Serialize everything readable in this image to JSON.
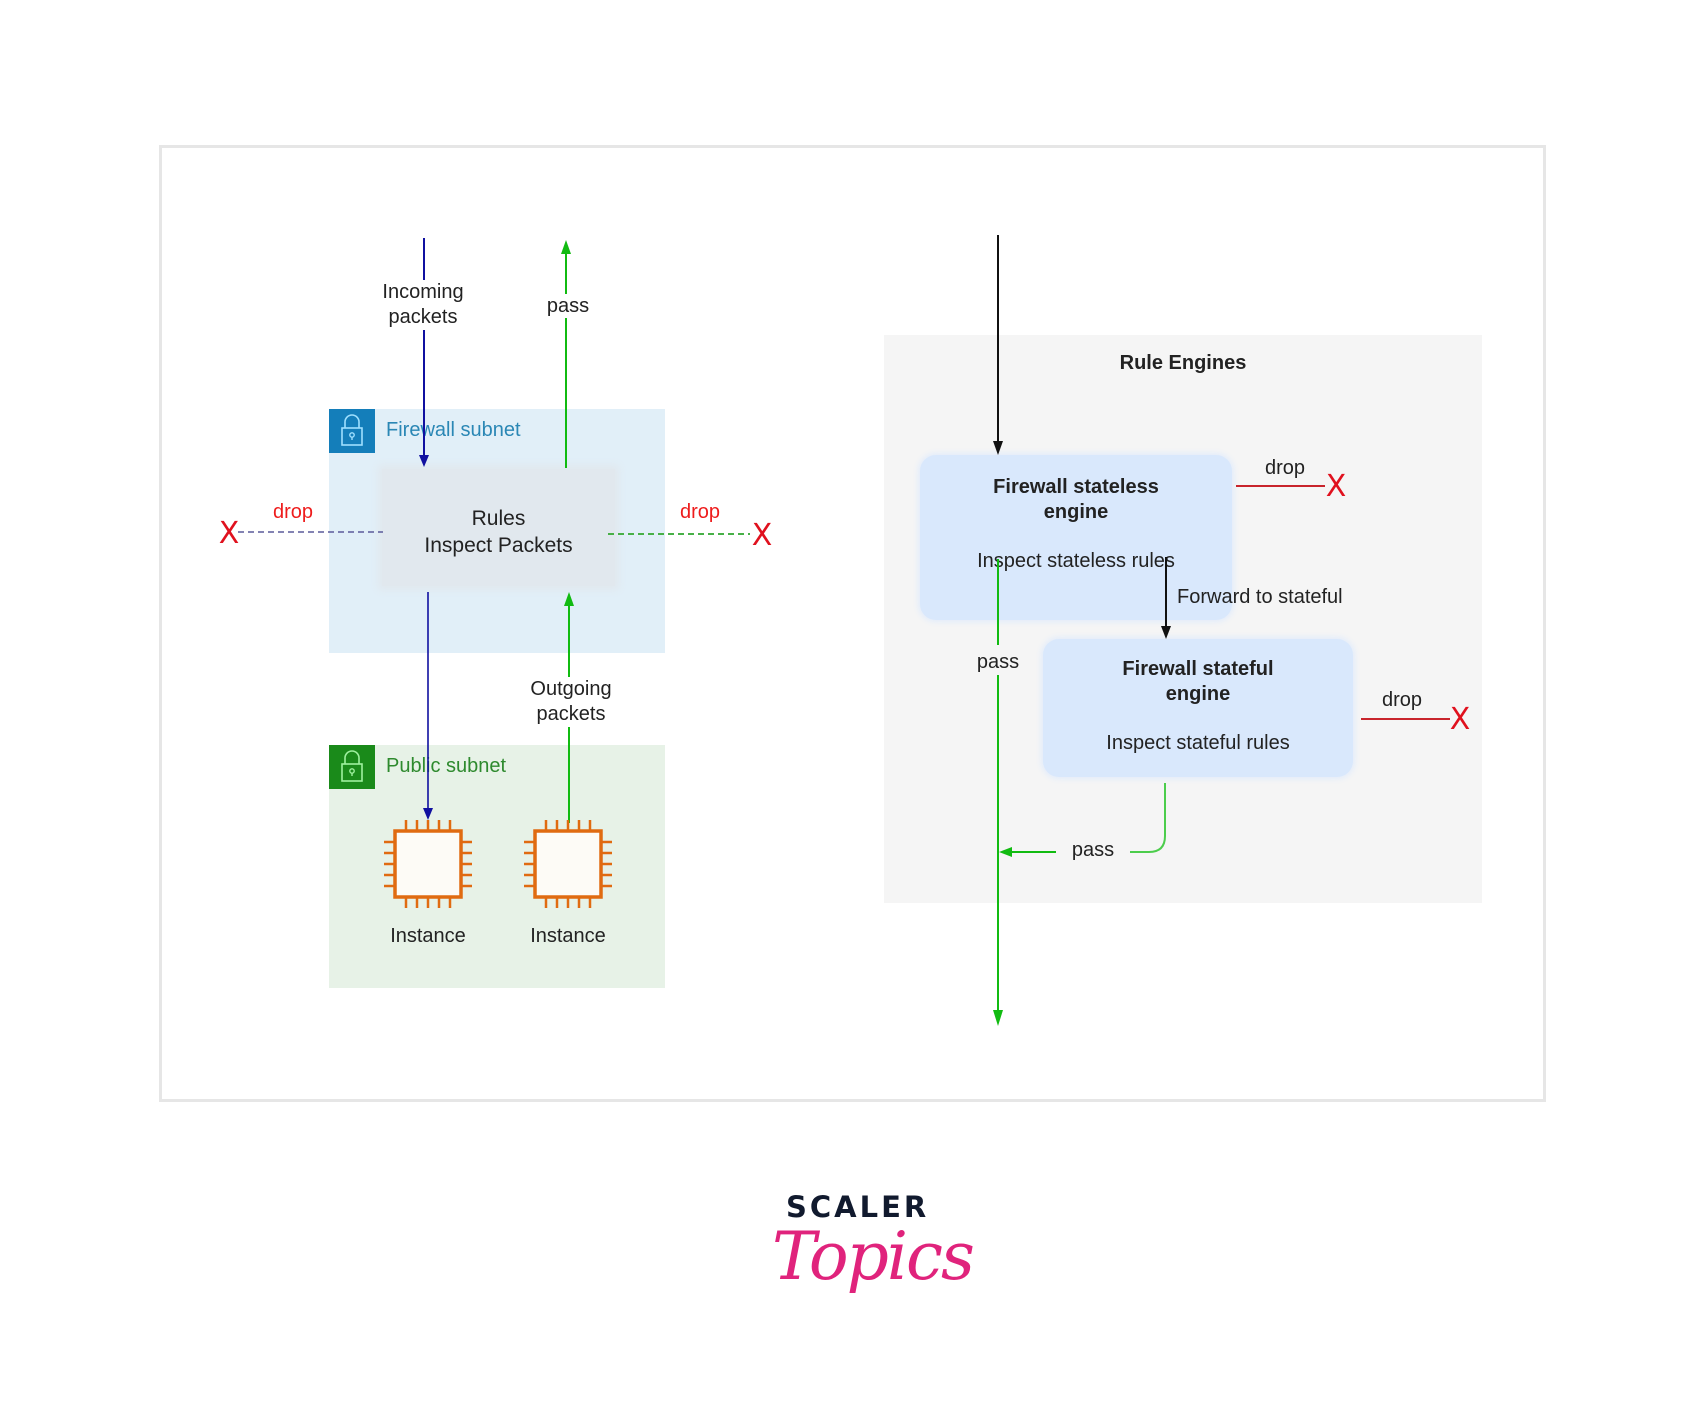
{
  "left_diagram": {
    "incoming_label": [
      "Incoming",
      "packets"
    ],
    "pass_label": "pass",
    "firewall_subnet": {
      "title": "Firewall subnet",
      "icon": "lock-icon",
      "color": "#147eba"
    },
    "rules_box": {
      "line1": "Rules",
      "line2": "Inspect Packets"
    },
    "drop_left": "drop",
    "drop_right": "drop",
    "drop_mark": "X",
    "outgoing_label": [
      "Outgoing",
      "packets"
    ],
    "public_subnet": {
      "title": "Public subnet",
      "icon": "lock-icon",
      "color": "#1a8a1a"
    },
    "instances": [
      {
        "label": "Instance",
        "icon": "chip-icon"
      },
      {
        "label": "Instance",
        "icon": "chip-icon"
      }
    ]
  },
  "right_diagram": {
    "panel_title": "Rule Engines",
    "stateless_engine": {
      "title_line1": "Firewall stateless",
      "title_line2": "engine",
      "subtitle": "Inspect stateless rules"
    },
    "stateful_engine": {
      "title_line1": "Firewall stateful",
      "title_line2": "engine",
      "subtitle": "Inspect stateful rules"
    },
    "drop_stateless": "drop",
    "drop_stateful": "drop",
    "drop_mark": "X",
    "forward_label": "Forward to stateful",
    "pass_vertical": "pass",
    "pass_from_stateful": "pass"
  },
  "colors": {
    "incoming": "#1010a0",
    "pass": "#11bb11",
    "drop": "#e0111e",
    "flow": "#111111"
  },
  "logo": {
    "top": "SCALER",
    "bottom": "Topics"
  }
}
